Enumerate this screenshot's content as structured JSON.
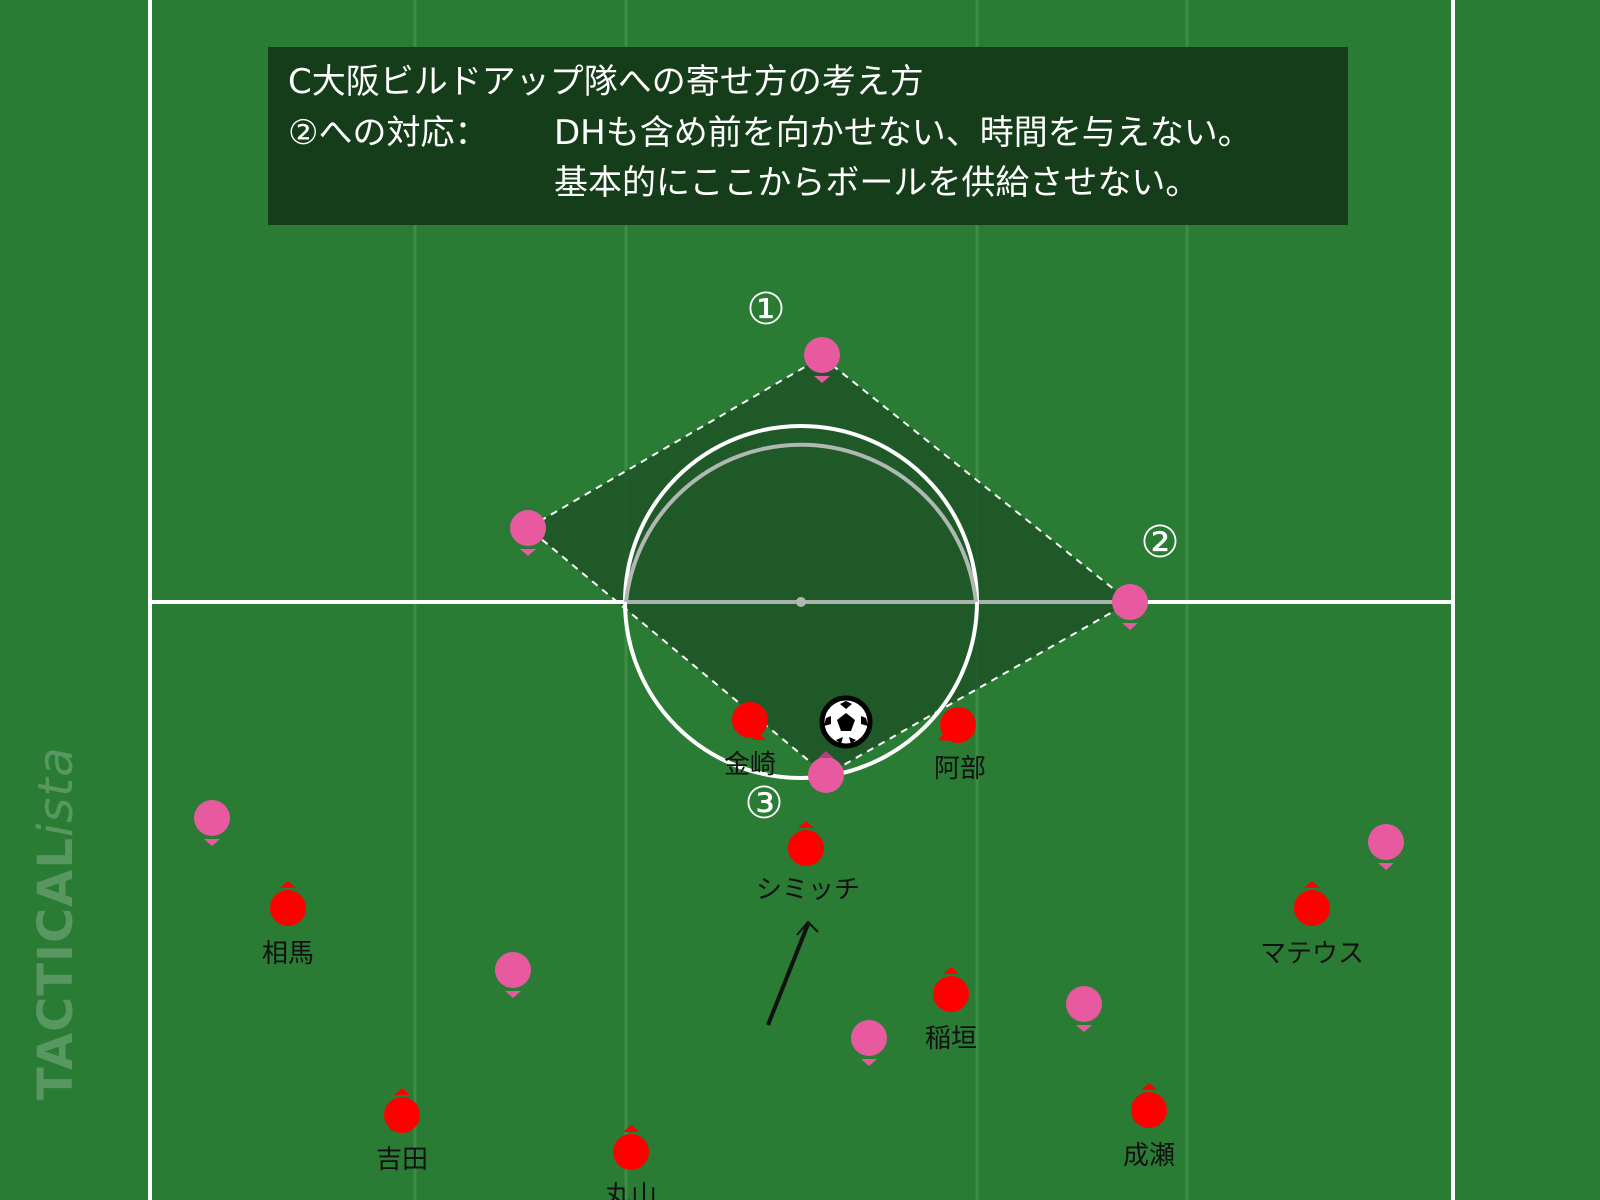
{
  "caption": {
    "line1": "C大阪ビルドアップ隊への寄せ方の考え方",
    "line2_label": "②への対応：",
    "line2_text": "DHも含め前を向かせない、時間を与えない。",
    "line3_text": "基本的にここからボールを供給させない。"
  },
  "markers": {
    "one": "①",
    "two": "②",
    "three": "③"
  },
  "players": {
    "kanazaki": "金崎",
    "abe": "阿部",
    "simic": "シミッチ",
    "soma": "相馬",
    "mateus": "マテウス",
    "inagaki": "稲垣",
    "yoshida": "吉田",
    "maruyama": "丸山",
    "naruse": "成瀬"
  },
  "watermark": {
    "main": "TACTICAL",
    "italic": "ista"
  },
  "colors": {
    "pitch": "#2a7b34",
    "stripe": "#2e8538",
    "home_team": "#ff0000",
    "away_team": "#e85aa0",
    "caption_bg": "#153d1a",
    "pressing_area": "#1d5427"
  }
}
